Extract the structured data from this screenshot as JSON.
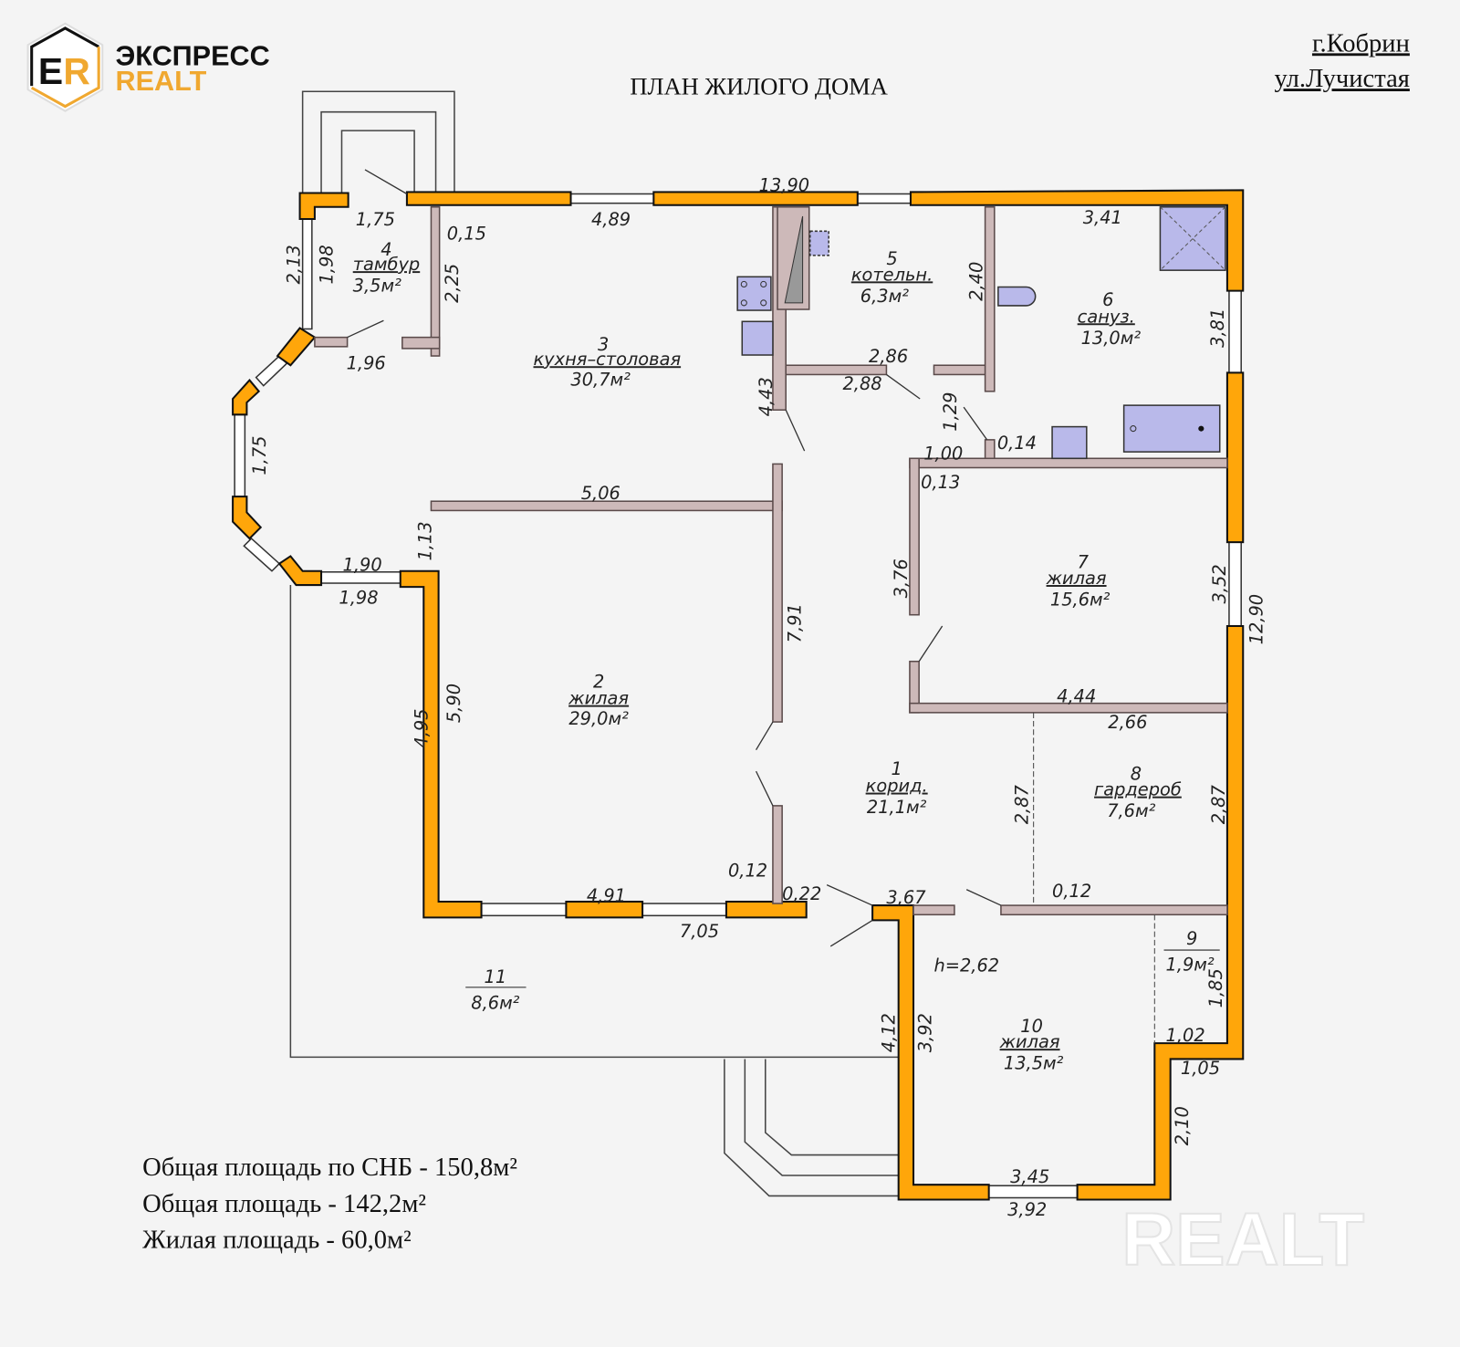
{
  "logo": {
    "mark": "ER",
    "line1": "ЭКСПРЕСС",
    "line2": "REALT"
  },
  "title": "ПЛАН ЖИЛОГО ДОМА",
  "address": {
    "city": "г.Кобрин",
    "street": "ул.Лучистая"
  },
  "rooms": [
    {
      "num": "1",
      "name": "корид.",
      "area": "21,1м²"
    },
    {
      "num": "2",
      "name": "жилая",
      "area": "29,0м²"
    },
    {
      "num": "3",
      "name": "кухня–столовая",
      "area": "30,7м²"
    },
    {
      "num": "4",
      "name": "тамбур",
      "area": "3,5м²"
    },
    {
      "num": "5",
      "name": "котельн.",
      "area": "6,3м²"
    },
    {
      "num": "6",
      "name": "сануз.",
      "area": "13,0м²"
    },
    {
      "num": "7",
      "name": "жилая",
      "area": "15,6м²"
    },
    {
      "num": "8",
      "name": "гардероб",
      "area": "7,6м²"
    },
    {
      "num": "9",
      "name": "",
      "area": "1,9м²"
    },
    {
      "num": "10",
      "name": "жилая",
      "area": "13,5м²"
    },
    {
      "num": "11",
      "name": "",
      "area": "8,6м²"
    }
  ],
  "height": "h=2,62",
  "dims": [
    "13,90",
    "1,75",
    "0,15",
    "4,89",
    "3,41",
    "2,13",
    "1,98",
    "2,25",
    "2,40",
    "3,81",
    "1,96",
    "2,86",
    "2,88",
    "4,43",
    "1,29",
    "0,14",
    "1,00",
    "0,13",
    "1,75",
    "5,06",
    "1,13",
    "1,90",
    "1,98",
    "3,76",
    "3,52",
    "12,90",
    "7,91",
    "5,90",
    "4,95",
    "4,44",
    "2,66",
    "2,87",
    "2,87",
    "0,12",
    "4,91",
    "0,22",
    "3,67",
    "0,12",
    "7,05",
    "1,85",
    "1,02",
    "1,05",
    "4,12",
    "3,92",
    "2,10",
    "3,45",
    "3,92"
  ],
  "totals": [
    "Общая площадь по СНБ - 150,8м²",
    "Общая площадь - 142,2м²",
    "Жилая площадь - 60,0м²"
  ],
  "watermark": "REALT",
  "colors": {
    "wall": "#ffa60a",
    "partition": "#cdb9b9",
    "fixture": "#b9b9ea",
    "logo_accent": "#f0a830"
  }
}
